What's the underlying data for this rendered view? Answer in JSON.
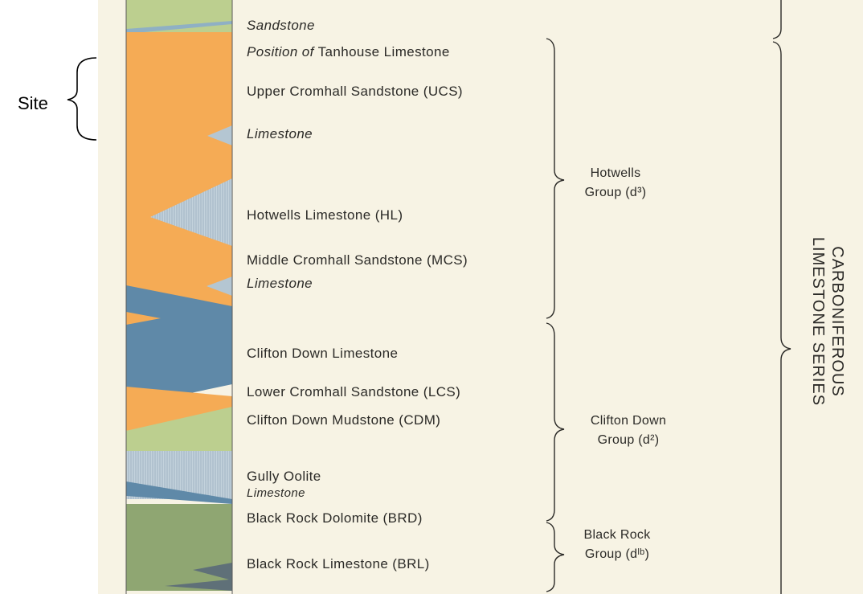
{
  "site_label": "Site",
  "units": [
    {
      "name": "Sandstone",
      "style": "italic"
    },
    {
      "name": "Position of",
      "name_suffix": "Tanhouse Limestone",
      "style": "mixed"
    },
    {
      "name": "Upper Cromhall Sandstone (UCS)",
      "style": "normal"
    },
    {
      "name": "Limestone",
      "style": "italic"
    },
    {
      "name": "Hotwells Limestone (HL)",
      "style": "normal"
    },
    {
      "name": "Middle Cromhall Sandstone (MCS)",
      "style": "normal"
    },
    {
      "name": "Limestone",
      "style": "italic"
    },
    {
      "name": "Clifton Down Limestone",
      "style": "normal"
    },
    {
      "name": "Lower Cromhall Sandstone (LCS)",
      "style": "normal"
    },
    {
      "name": "Clifton Down Mudstone (CDM)",
      "style": "normal"
    },
    {
      "name": "Gully Oolite",
      "style": "normal"
    },
    {
      "name": "Limestone",
      "style": "italic"
    },
    {
      "name": "Black Rock Dolomite (BRD)",
      "style": "normal"
    },
    {
      "name": "Black Rock Limestone (BRL)",
      "style": "normal"
    }
  ],
  "groups": [
    {
      "line1": "Hotwells",
      "line2": "Group (d³)"
    },
    {
      "line1": "Clifton Down",
      "line2": "Group (d²)"
    },
    {
      "line1": "Black Rock",
      "line2": "Group (dˡᵇ)"
    }
  ],
  "series": {
    "line1": "CARBONIFEROUS",
    "line2": "LIMESTONE SERIES"
  },
  "colors": {
    "sandstone": "#f5ab55",
    "limestone": "#5f89a8",
    "limestone_light": "#b4c6d2",
    "mudstone": "#bccf8f",
    "dolomite": "#8fa672",
    "dark_limestone": "#5f7078",
    "paper": "#f7f3e4",
    "ink": "#2b2a27"
  }
}
